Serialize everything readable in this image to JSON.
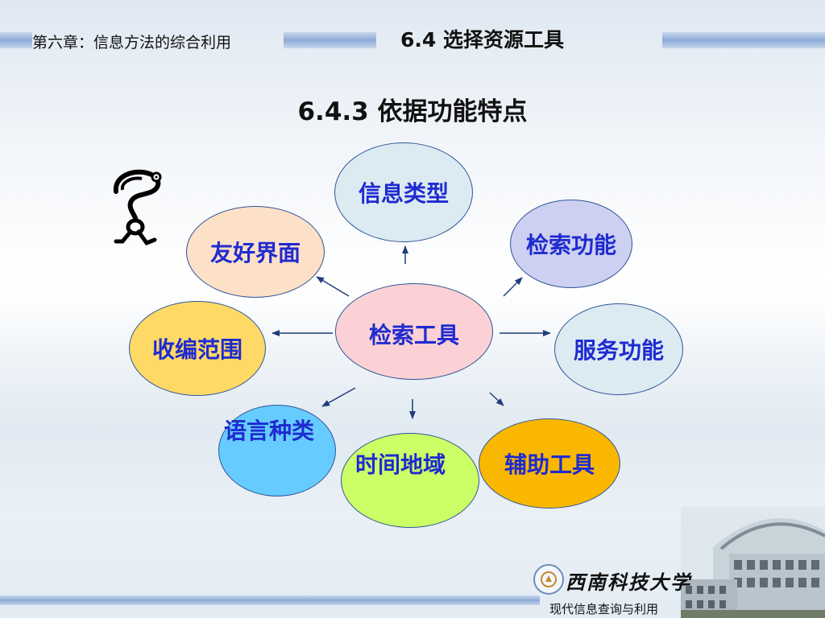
{
  "header": {
    "chapter": "第六章：信息方法的综合利用",
    "section": "6.4     选择资源工具"
  },
  "title": "6.4.3    依据功能特点",
  "diagram": {
    "center": {
      "label": "检索工具",
      "color": "#fbd1d5"
    },
    "nodes": [
      {
        "label": "信息类型",
        "color": "#dcebf2"
      },
      {
        "label": "检索功能",
        "color": "#cdd0f0"
      },
      {
        "label": "服务功能",
        "color": "#dcebf2"
      },
      {
        "label": "辅助工具",
        "color": "#f9b700"
      },
      {
        "label": "时间地域",
        "color": "#ccff66"
      },
      {
        "label": "语言种类",
        "color": "#66ccff"
      },
      {
        "label": "收编范围",
        "color": "#ffd966"
      },
      {
        "label": "友好界面",
        "color": "#fde0c8"
      }
    ]
  },
  "footer": {
    "university": "西南科技大学",
    "course": "现代信息查询与利用"
  },
  "icons": {
    "question_figure": "question-mark-figure-icon",
    "university_seal": "university-seal-icon"
  }
}
